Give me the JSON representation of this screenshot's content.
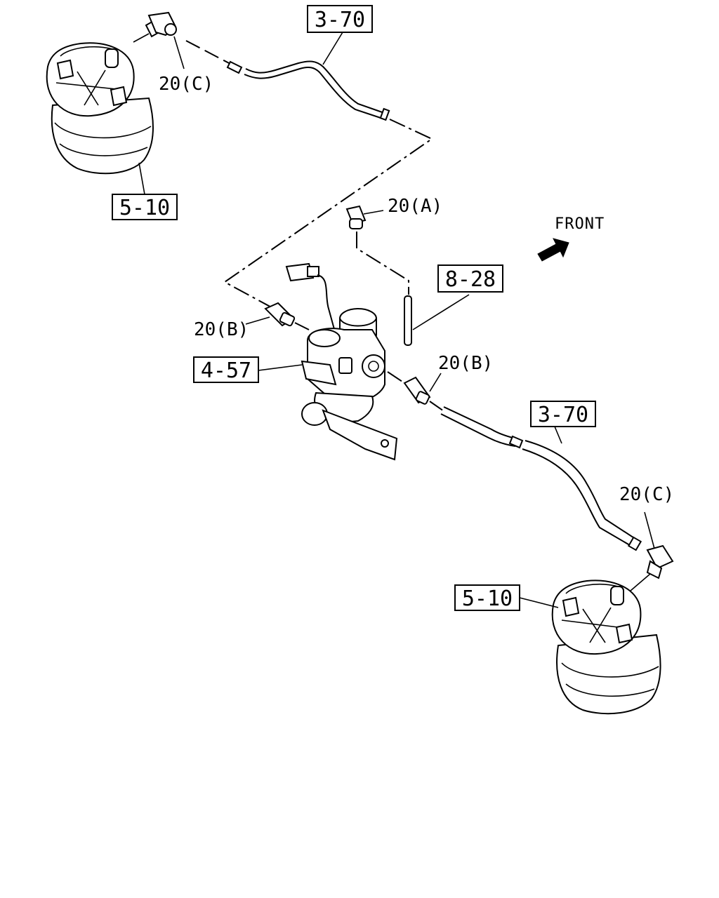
{
  "front_label": "FRONT",
  "callouts": {
    "hose_top": "3-70",
    "hose_right": "3-70",
    "airbag_left": "5-10",
    "airbag_right": "5-10",
    "valve": "4-57",
    "rod": "8-28",
    "fitting_a": "20(A)",
    "fitting_b_left": "20(B)",
    "fitting_b_right": "20(B)",
    "fitting_c_left": "20(C)",
    "fitting_c_right": "20(C)"
  }
}
